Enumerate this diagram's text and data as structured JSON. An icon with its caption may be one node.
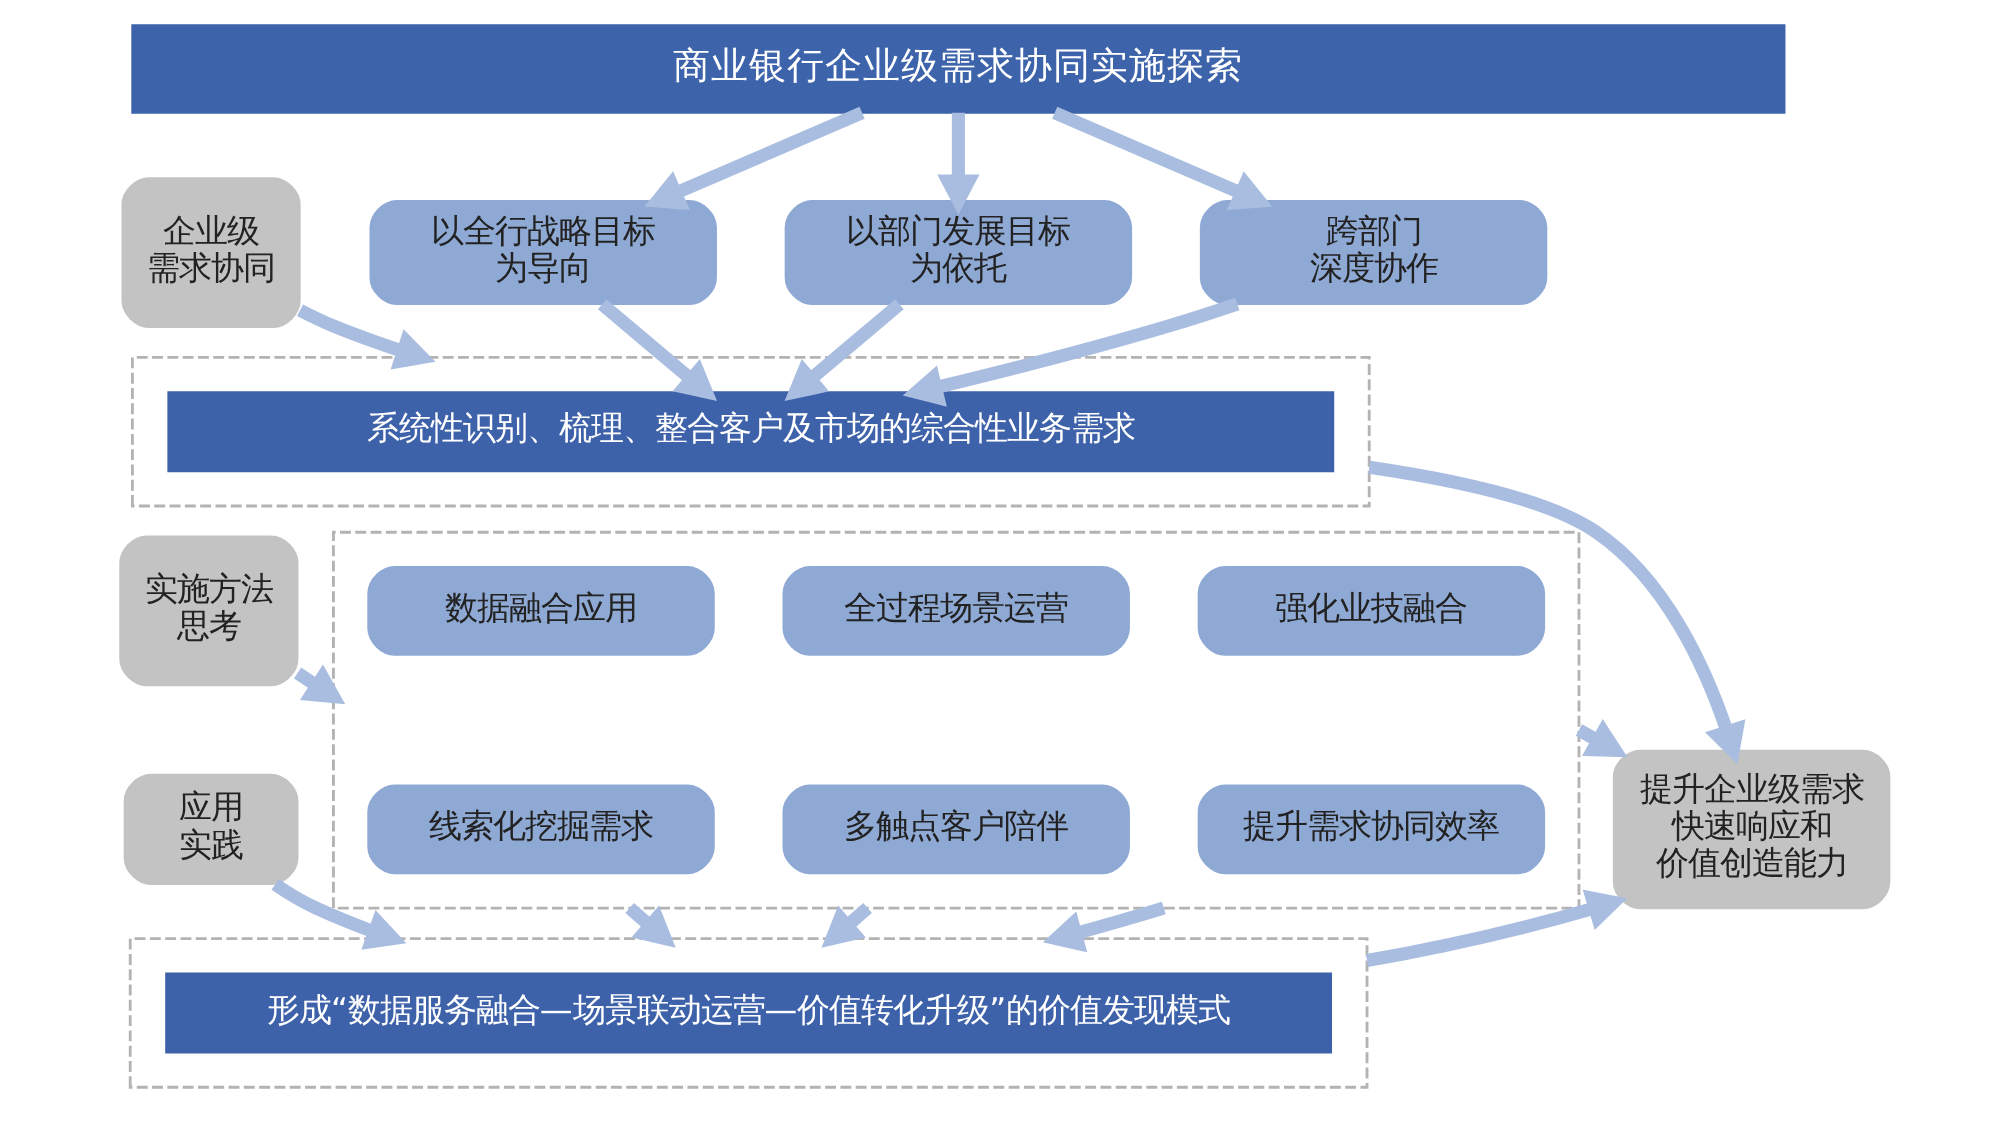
{
  "diagram": {
    "nodes": [
      {
        "text": [
          "商业银行企业级需求协同实施探索"
        ]
      },
      {
        "text": [
          "企业级需求协同"
        ]
      },
      {
        "text": [],
        "shape": "box"
      },
      {
        "text": [
          "以全行战略目标为导向"
        ]
      },
      {
        "text": [
          "以部门发展目标为依托"
        ]
      },
      {
        "text": [
          "跨部门深度协作"
        ]
      },
      {
        "text": [
          "系统性识别、梳理、整合客户及市场的综合性业务需求"
        ],
        "in": 2
      },
      {
        "text": [
          "实施方法思考"
        ]
      },
      {
        "text": [],
        "shape": "box"
      },
      {
        "text": [
          "数据融合应用"
        ],
        "in": 8
      },
      {
        "text": [
          "全过程场景运营"
        ],
        "in": 8
      },
      {
        "text": [
          "强化业技融合"
        ],
        "in": 8
      },
      {
        "text": [
          "线索化挖掘需求"
        ],
        "in": 8
      },
      {
        "text": [
          "多触点客户陪伴"
        ],
        "in": 8
      },
      {
        "text": [
          "提升需求协同效率"
        ],
        "in": 8
      },
      {
        "text": [
          "应用实践"
        ]
      },
      {
        "text": [],
        "shape": "box"
      },
      {
        "text": [
          "形成“数据服务融合—场景联动运营—价值转化升级”的价值发现模式"
        ],
        "in": 16
      },
      {
        "text": [
          "提升企业级需求快速响应和价值创造能力"
        ]
      }
    ],
    "edges": [
      {
        "from": 0,
        "to": 3,
        "arrow": "to"
      },
      {
        "from": 0,
        "to": 4,
        "arrow": "to"
      },
      {
        "from": 0,
        "to": 5,
        "arrow": "to"
      },
      {
        "from": 3,
        "to": 6,
        "arrow": "to"
      },
      {
        "from": 4,
        "to": 6,
        "arrow": "to"
      },
      {
        "from": 5,
        "to": 6,
        "arrow": "to"
      },
      {
        "from": 1,
        "to": 2,
        "arrow": "to"
      },
      {
        "from": 2,
        "to": 18,
        "arrow": "to"
      },
      {
        "from": 7,
        "to": 8,
        "arrow": "to"
      },
      {
        "from": 8,
        "to": 18,
        "arrow": "to"
      },
      {
        "from": 8,
        "to": 16,
        "arrow": "to"
      },
      {
        "from": 8,
        "to": 16,
        "arrow": "to"
      },
      {
        "from": 8,
        "to": 16,
        "arrow": "to"
      },
      {
        "from": 15,
        "to": 16,
        "arrow": "to"
      },
      {
        "from": 16,
        "to": 18,
        "arrow": "to"
      }
    ]
  }
}
